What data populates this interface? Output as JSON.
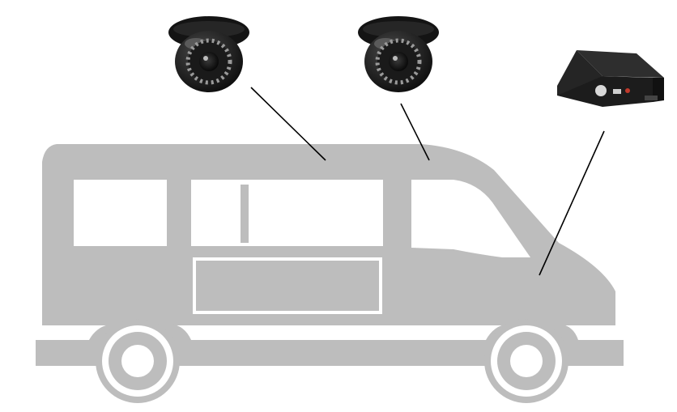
{
  "colors": {
    "background": "#ffffff",
    "van_body": "#bdbdbd",
    "window": "#ffffff",
    "connector_line": "#000000",
    "camera_shell": "#141414",
    "camera_highlight": "#5a5a5a",
    "camera_ir_led": "#9a9a9a",
    "dvr_body": "#1c1c1c",
    "dvr_top": "#2e2e2e"
  },
  "devices": [
    {
      "kind": "dome-camera",
      "icon": "dome-camera-icon",
      "label": ""
    },
    {
      "kind": "dome-camera",
      "icon": "dome-camera-icon",
      "label": ""
    },
    {
      "kind": "mobile-dvr",
      "icon": "mdvr-recorder-icon",
      "label": ""
    }
  ],
  "vehicle": {
    "kind": "van",
    "icon": "van-silhouette-icon"
  }
}
